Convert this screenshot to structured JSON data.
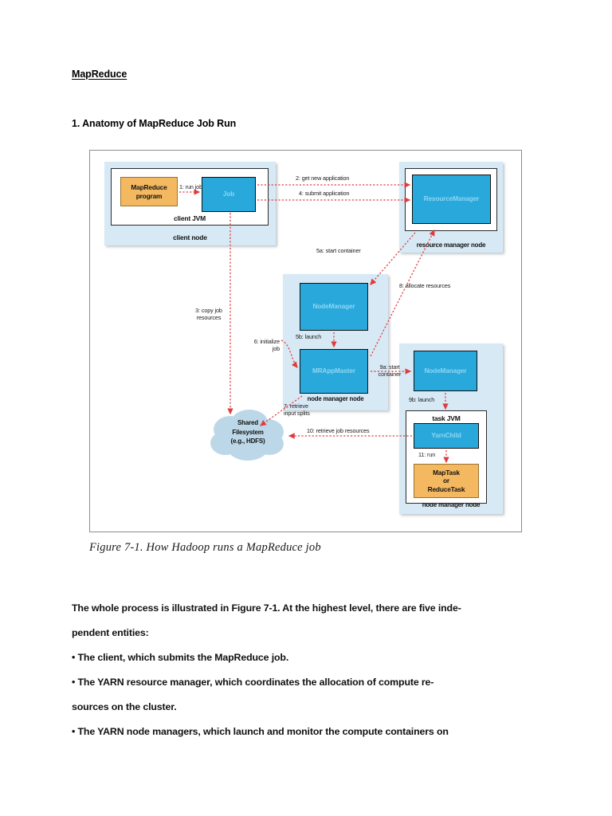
{
  "document": {
    "title": "MapReduce",
    "section_heading": "1. Anatomy of MapReduce Job Run",
    "caption": "Figure 7-1. How Hadoop runs a MapReduce job",
    "body_lines": [
      "The whole process is illustrated in Figure 7-1. At the highest level, there are five inde-",
      "pendent entities:",
      "• The client, which submits the MapReduce job.",
      "• The YARN resource manager, which coordinates the allocation of compute re-",
      "sources on the cluster.",
      "• The YARN node managers, which launch and monitor the compute containers on"
    ]
  },
  "colors": {
    "blue_box": "#29a8dc",
    "blue_text": "#8fd6f2",
    "orange_box": "#f4b860",
    "node_group": "#d7e9f5",
    "cloud": "#bcd8e8",
    "arrow": "#e03c3c",
    "frame_border": "#8d8d8d"
  },
  "figure": {
    "nodes": {
      "client_node": "client node",
      "client_jvm": "client JVM",
      "resource_manager_node": "resource manager node",
      "node_manager_node_left": "node manager node",
      "node_manager_node_right": "node manager node",
      "task_jvm": "task JVM"
    },
    "components": {
      "mapreduce_program": "MapReduce\nprogram",
      "job": "Job",
      "resource_manager": "ResourceManager",
      "node_manager_left": "NodeManager",
      "mr_app_master": "MRAppMaster",
      "node_manager_right": "NodeManager",
      "yarn_child": "YarnChild",
      "map_or_reduce_task": "MapTask\nor\nReduceTask"
    },
    "cloud": {
      "line1": "Shared",
      "line2": "Filesystem",
      "line3": "(e.g., HDFS)"
    },
    "steps": [
      {
        "id": "1",
        "label": "1: run job"
      },
      {
        "id": "2",
        "label": "2: get new application"
      },
      {
        "id": "3",
        "label": "3: copy job\nresources"
      },
      {
        "id": "4",
        "label": "4: submit application"
      },
      {
        "id": "5a_rm",
        "label": "5a: start container"
      },
      {
        "id": "5b",
        "label": "5b: launch"
      },
      {
        "id": "6",
        "label": "6: initialize\njob"
      },
      {
        "id": "7",
        "label": "7: retrieve\ninput splits"
      },
      {
        "id": "8",
        "label": "8: allocate resources"
      },
      {
        "id": "9a",
        "label": "9a: start\ncontainer"
      },
      {
        "id": "9b",
        "label": "9b: launch"
      },
      {
        "id": "10",
        "label": "10: retrieve job resources"
      },
      {
        "id": "11",
        "label": "11: run"
      }
    ],
    "step_labels": {
      "s1": "1: run job",
      "s2": "2: get new application",
      "s3_l1": "3: copy job",
      "s3_l2": "resources",
      "s4": "4: submit application",
      "s5a": "5a: start container",
      "s5b": "5b: launch",
      "s6_l1": "6: initialize",
      "s6_l2": "job",
      "s7_l1": "7: retrieve",
      "s7_l2": "input splits",
      "s8": "8: allocate resources",
      "s9a_l1": "9a: start",
      "s9a_l2": "container",
      "s9b": "9b: launch",
      "s10": "10: retrieve job resources",
      "s11": "11: run"
    }
  }
}
